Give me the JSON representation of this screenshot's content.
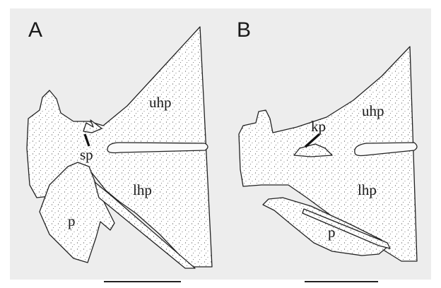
{
  "panels": [
    {
      "letter": "A",
      "labels": {
        "uhp": "uhp",
        "lhp": "lhp",
        "p": "p",
        "sp": "sp"
      }
    },
    {
      "letter": "B",
      "labels": {
        "uhp": "uhp",
        "lhp": "lhp",
        "p": "p",
        "kp": "kp"
      }
    }
  ],
  "colors": {
    "background": "#ededed",
    "ink": "#222222",
    "paper": "#ffffff"
  }
}
